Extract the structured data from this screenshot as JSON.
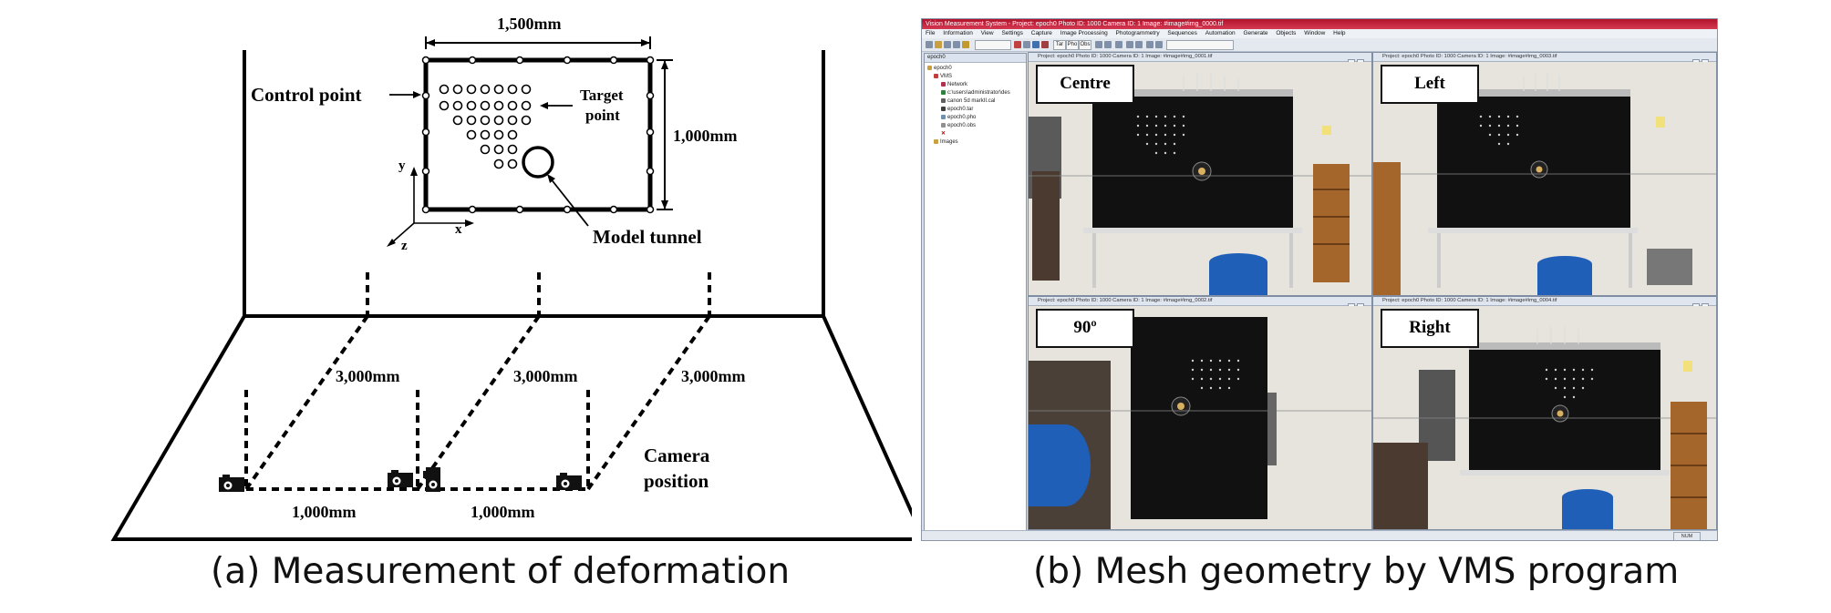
{
  "diagram_a": {
    "width_label": "1,500mm",
    "height_label": "1,000mm",
    "control_point_label": "Control point",
    "target_point_label_1": "Target",
    "target_point_label_2": "point",
    "model_tunnel_label": "Model tunnel",
    "axis_y": "y",
    "axis_x": "x",
    "axis_z": "z",
    "dist_1": "3,000mm",
    "dist_2": "3,000mm",
    "dist_3": "3,000mm",
    "spacing_1": "1,000mm",
    "spacing_2": "1,000mm",
    "camera_label_1": "Camera",
    "camera_label_2": "position",
    "caption": "(a) Measurement of deformation"
  },
  "vms": {
    "title": "Vision Measurement System - Project: epoch0 Photo ID: 1000 Camera ID: 1  Image: #image#img_0000.tif",
    "menu": [
      "File",
      "Information",
      "View",
      "Settings",
      "Capture",
      "Image Processing",
      "Photogrammetry",
      "Sequences",
      "Automation",
      "Generate",
      "Objects",
      "Window",
      "Help"
    ],
    "toolbar": {
      "tar": "Tar",
      "pho": "Pho",
      "obs": "Obs"
    },
    "tree": {
      "header": "epoch0",
      "items": [
        "epoch0",
        "VMS",
        "Network",
        "c:\\users\\administrator\\des",
        "canon 5d markII.cal",
        "epoch0.tar",
        "epoch0.pho",
        "epoch0.obs",
        "Images"
      ]
    },
    "panes": [
      {
        "title": "Project: epoch0 Photo ID: 1000 Camera ID: 1  Image: #image#img_0001.tif",
        "label": "Centre"
      },
      {
        "title": "Project: epoch0 Photo ID: 1000 Camera ID: 1  Image: #image#img_0003.tif",
        "label": "Left"
      },
      {
        "title": "Project: epoch0 Photo ID: 1000 Camera ID: 1  Image: #image#img_0002.tif",
        "label": "90º"
      },
      {
        "title": "Project: epoch0 Photo ID: 1000 Camera ID: 1  Image: #image#img_0004.tif",
        "label": "Right"
      }
    ],
    "status_num": "NUM"
  },
  "caption_b": "(b) Mesh geometry by VMS program",
  "colors": {
    "title_bar": "#c0253d",
    "tank_black": "#111111",
    "barrel_blue": "#1f5fb8",
    "shelf_wood": "#a5662c",
    "wall": "#e7e4de"
  }
}
